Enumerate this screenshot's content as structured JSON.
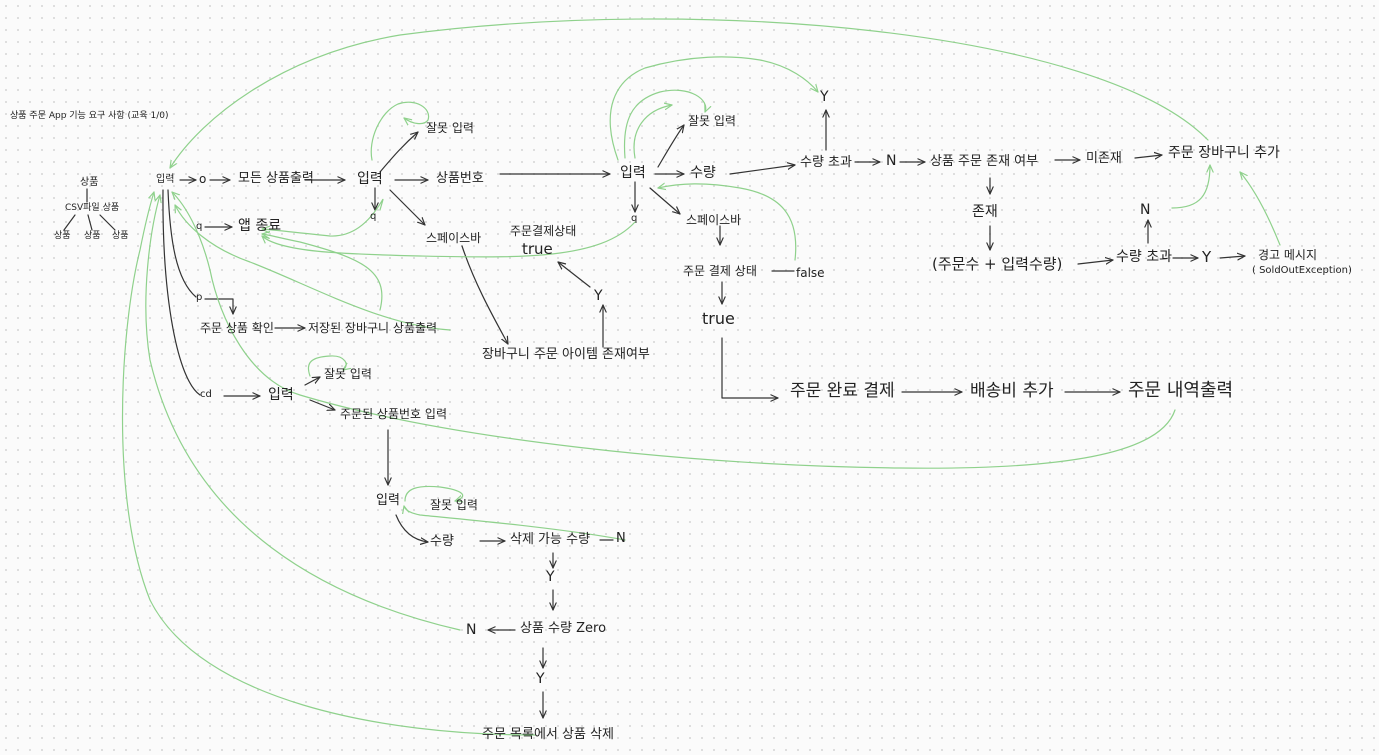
{
  "diagram": {
    "title": "상품 주문 App 기능 요구 사항 (교육 1/0)",
    "csv_tree": {
      "root": "상품",
      "mid": "CSV파일 상품",
      "leaves": [
        "상품",
        "상품",
        "상품"
      ]
    },
    "nodes": {
      "input_main": "입력",
      "opt_o": "o",
      "opt_q": "q",
      "opt_p": "p",
      "opt_cd": "cd",
      "all_products": "모든 상품출력",
      "app_exit": "앱 종료",
      "check_ordered": "주문 상품 확인",
      "cart_print": "저장된 장바구니 상품출력",
      "input_2": "입력",
      "wrong_input_2": "잘못 입력",
      "q_2": "q",
      "product_number": "상품번호",
      "spacebar_1": "스페이스바",
      "cart_exists": "장바구니 주문 아이템 존재여부",
      "input_3": "입력",
      "wrong_input_3": "잘못 입력",
      "quantity": "수량",
      "q_3": "q",
      "order_pay_state": "주문결제상태",
      "true_1": "true",
      "y_1": "Y",
      "spacebar_2": "스페이스바",
      "order_pay_state_2": "주문 결제 상태",
      "false_1": "false",
      "true_2": "true",
      "qty_exceed": "수량 초과",
      "y_top": "Y",
      "n_1": "N",
      "order_exists": "상품 주문 존재 여부",
      "not_exists": "미존재",
      "add_cart": "주문 장바구니 추가",
      "exists": "존재",
      "qty_sum": "(주문수 + 입력수량)",
      "qty_exceed_2": "수량 초과",
      "y_2": "Y",
      "n_2": "N",
      "warning": "경고 메시지",
      "soldout": "( SoldOutException)",
      "pay_complete": "주문 완료 결제",
      "add_shipping": "배송비 추가",
      "print_order": "주문 내역출력",
      "input_cd": "입력",
      "wrong_input_cd": "잘못 입력",
      "ordered_num_input": "주문된 상품번호 입력",
      "input_4": "입력",
      "wrong_input_4": "잘못 입력",
      "qty_4": "수량",
      "deletable_qty": "삭제 가능 수량",
      "n_3": "N",
      "y_3": "Y",
      "zero_check": "상품 수량 Zero",
      "n_4": "N",
      "y_4": "Y",
      "delete_from_list": "주문 목록에서 상품 삭제"
    }
  }
}
